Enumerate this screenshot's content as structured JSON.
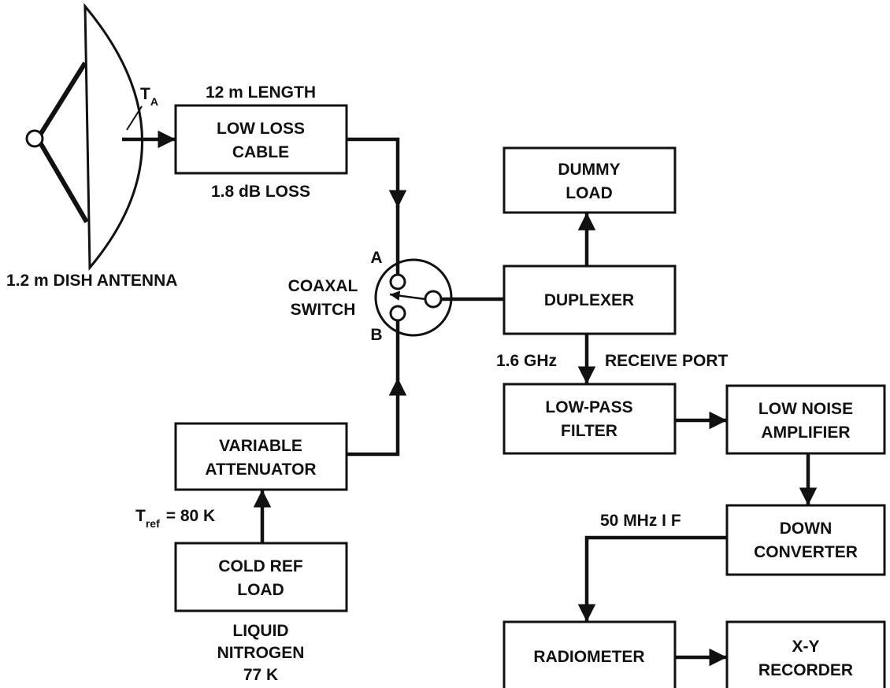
{
  "antenna": {
    "label": "1.2 m DISH ANTENNA",
    "temp_symbol": "T",
    "temp_subscript": "A"
  },
  "cable": {
    "line1": "LOW LOSS",
    "line2": "CABLE",
    "length_label": "12 m LENGTH",
    "loss_label": "1.8 dB LOSS"
  },
  "switch": {
    "line1": "COAXAL",
    "line2": "SWITCH",
    "port_a": "A",
    "port_b": "B"
  },
  "dummy_load": {
    "line1": "DUMMY",
    "line2": "LOAD"
  },
  "duplexer": {
    "label": "DUPLEXER"
  },
  "receive": {
    "freq": "1.6 GHz",
    "port": "RECEIVE PORT"
  },
  "lowpass": {
    "line1": "LOW-PASS",
    "line2": "FILTER"
  },
  "lna": {
    "line1": "LOW NOISE",
    "line2": "AMPLIFIER"
  },
  "attenuator": {
    "line1": "VARIABLE",
    "line2": "ATTENUATOR"
  },
  "tref": {
    "symbol": "T",
    "subscript": "ref",
    "value": "= 80 K"
  },
  "cold_load": {
    "line1": "COLD REF",
    "line2": "LOAD",
    "note1": "LIQUID",
    "note2": "NITROGEN",
    "note3": "77 K"
  },
  "if_label": "50 MHz  I  F",
  "downconverter": {
    "line1": "DOWN",
    "line2": "CONVERTER"
  },
  "radiometer": {
    "label": "RADIOMETER"
  },
  "recorder": {
    "line1": "X-Y",
    "line2": "RECORDER"
  }
}
